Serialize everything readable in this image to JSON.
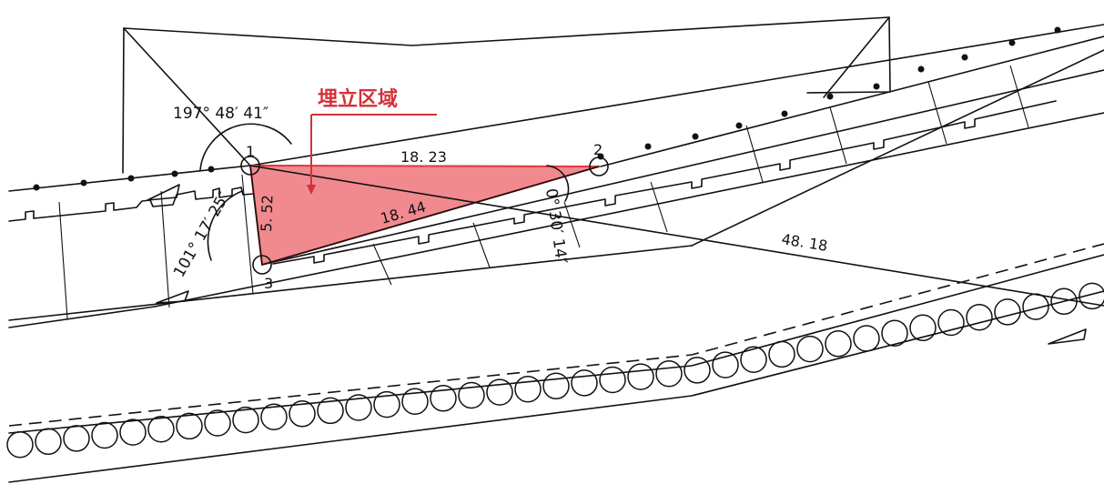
{
  "area_label": "埋立区域",
  "points": {
    "p1": "1",
    "p2": "2",
    "p3": "3"
  },
  "distances": {
    "d12": "18. 23",
    "d23": "18. 44",
    "d13": "5. 52",
    "d_long": "48. 18"
  },
  "angles": {
    "a1": "197° 48′ 41″",
    "a3": "101° 17′ 25″",
    "a2": "0° 30′ 14″"
  },
  "colors": {
    "fill_area": "#f08a8f",
    "outline_area": "#e0383f",
    "label_red": "#d2323a",
    "line": "#111111"
  }
}
